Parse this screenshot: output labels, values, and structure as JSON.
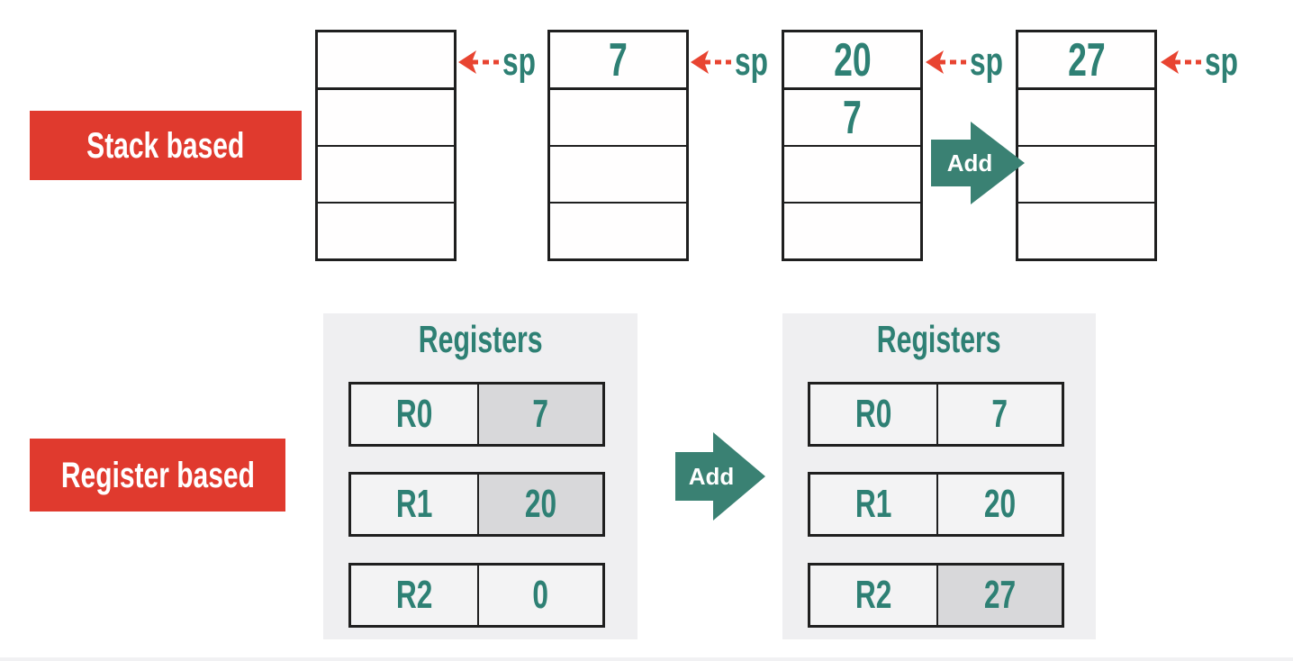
{
  "colors": {
    "accent_red": "#e03a2e",
    "pointer_red": "#e84431",
    "teal_text": "#2e8074",
    "teal_arrow": "#3a8173",
    "border_black": "#1f1f1f",
    "panel_bg": "#efeff1",
    "cell_bg": "#f3f3f4",
    "shaded_cell_bg": "#d8d8da"
  },
  "icons": {
    "sp_arrow": "left-dashed-arrow",
    "add_arrow": "right-block-arrow"
  },
  "stack_section": {
    "label": "Stack based",
    "pointer_label": "sp",
    "add_label": "Add",
    "stacks": [
      {
        "cells": [
          "",
          "",
          "",
          ""
        ]
      },
      {
        "cells": [
          "7",
          "",
          "",
          ""
        ]
      },
      {
        "cells": [
          "20",
          "7",
          "",
          ""
        ]
      },
      {
        "cells": [
          "27",
          "",
          "",
          ""
        ]
      }
    ]
  },
  "register_section": {
    "label": "Register based",
    "add_label": "Add",
    "panels": [
      {
        "title": "Registers",
        "rows": [
          {
            "name": "R0",
            "value": "7",
            "highlighted": true
          },
          {
            "name": "R1",
            "value": "20",
            "highlighted": true
          },
          {
            "name": "R2",
            "value": "0",
            "highlighted": false
          }
        ]
      },
      {
        "title": "Registers",
        "rows": [
          {
            "name": "R0",
            "value": "7",
            "highlighted": false
          },
          {
            "name": "R1",
            "value": "20",
            "highlighted": false
          },
          {
            "name": "R2",
            "value": "27",
            "highlighted": true
          }
        ]
      }
    ]
  }
}
